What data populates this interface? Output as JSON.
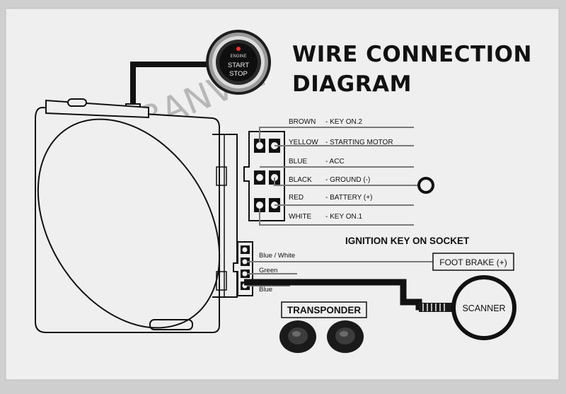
{
  "title": {
    "line1": "WIRE CONNECTION",
    "line2": "DIAGRAM"
  },
  "watermark": "BANVIE",
  "start_button": {
    "line1": "ENGINE",
    "line2": "START",
    "line3": "STOP"
  },
  "main_wires": [
    {
      "color": "BROWN",
      "function": "- KEY ON.2"
    },
    {
      "color": "YELLOW",
      "function": "- STARTING MOTOR"
    },
    {
      "color": "BLUE",
      "function": "- ACC"
    },
    {
      "color": "BLACK",
      "function": "- GROUND (-)"
    },
    {
      "color": "RED",
      "function": "- BATTERY (+)"
    },
    {
      "color": "WHITE",
      "function": "- KEY ON.1"
    }
  ],
  "ignition_section": {
    "heading": "IGNITION KEY ON SOCKET",
    "wires": [
      "Blue / White",
      "Green",
      "Blue"
    ],
    "foot_brake": "FOOT BRAKE (+)"
  },
  "scanner_label": "SCANNER",
  "transponder_label": "TRANSPONDER",
  "colors": {
    "background": "#cfcfcf",
    "paper": "#efefef",
    "ink": "#111111",
    "wire_line": "#7a7a7a"
  }
}
